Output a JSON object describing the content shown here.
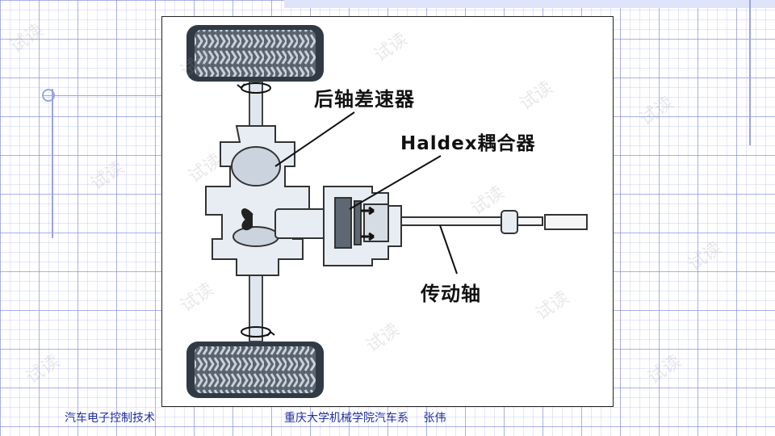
{
  "diagram": {
    "labels": {
      "rear_differential": "后轴差速器",
      "haldex_coupling": "Haldex耦合器",
      "drive_shaft": "传动轴"
    },
    "watermark": "试读"
  },
  "footer": {
    "course": "汽车电子控制技术",
    "institution": "重庆大学机械学院汽车系　 张伟"
  }
}
